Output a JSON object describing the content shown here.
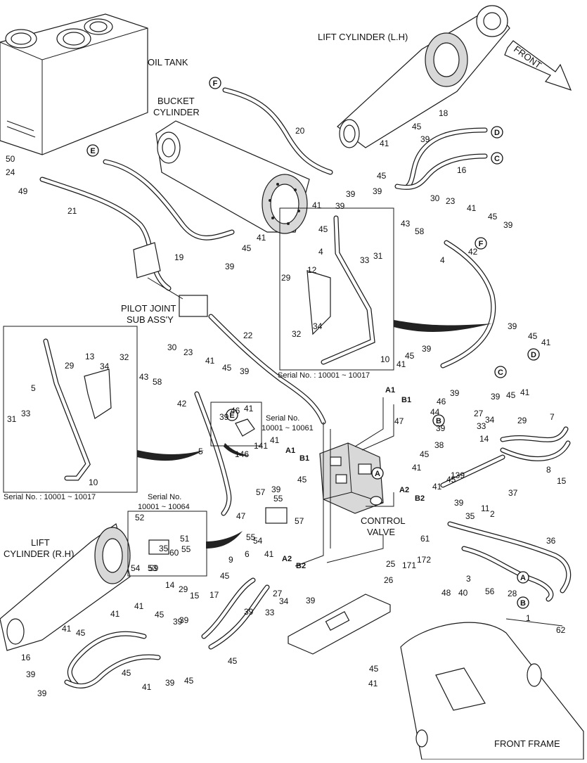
{
  "captions": {
    "oil_tank": "OIL TANK",
    "bucket_cylinder_1": "BUCKET",
    "bucket_cylinder_2": "CYLINDER",
    "lift_cylinder_lh": "LIFT CYLINDER (L.H)",
    "front_arrow": "FRONT",
    "pilot_joint_1": "PILOT JOINT",
    "pilot_joint_2": "SUB ASS'Y",
    "control_valve_1": "CONTROL",
    "control_valve_2": "VALVE",
    "lift_cylinder_rh_1": "LIFT",
    "lift_cylinder_rh_2": "CYLINDER (R.H)",
    "front_frame": "FRONT FRAME"
  },
  "serial_notes": {
    "box_center": "Serial No. : 10001 ~ 10017",
    "box_left": "Serial No. : 10001 ~ 10017",
    "box_small_1": "Serial No.",
    "box_small_2": "10001 ~ 10061",
    "box_bottom_1": "Serial No.",
    "box_bottom_2": "10001 ~ 10064"
  },
  "circle_tags": [
    "F",
    "E",
    "D",
    "C",
    "F",
    "D",
    "C",
    "E",
    "B",
    "A",
    "A",
    "B"
  ],
  "port_labels": [
    "A1",
    "B1",
    "A1",
    "B1",
    "A2",
    "B2",
    "A2",
    "B2"
  ],
  "callouts": [
    "50",
    "24",
    "49",
    "21",
    "19",
    "20",
    "45",
    "41",
    "39",
    "39",
    "41",
    "45",
    "39",
    "18",
    "45",
    "41",
    "39",
    "45",
    "39",
    "16",
    "30",
    "23",
    "41",
    "45",
    "43",
    "58",
    "39",
    "42",
    "4",
    "4",
    "31",
    "33",
    "12",
    "29",
    "34",
    "32",
    "10",
    "22",
    "30",
    "23",
    "43",
    "58",
    "41",
    "45",
    "39",
    "42",
    "5",
    "13",
    "32",
    "34",
    "29",
    "33",
    "31",
    "5",
    "10",
    "46",
    "41",
    "39",
    "41",
    "45",
    "39",
    "46",
    "39",
    "47",
    "44",
    "38",
    "39",
    "27",
    "34",
    "33",
    "29",
    "45",
    "41",
    "39",
    "45",
    "41",
    "7",
    "14",
    "8",
    "15",
    "39",
    "41",
    "45",
    "41",
    "45",
    "39",
    "139",
    "146",
    "141",
    "41",
    "45",
    "39",
    "55",
    "57",
    "47",
    "54",
    "57",
    "55",
    "52",
    "51",
    "55",
    "54",
    "53",
    "60",
    "35",
    "59",
    "37",
    "11",
    "2",
    "35",
    "61",
    "36",
    "171",
    "172",
    "3",
    "48",
    "40",
    "56",
    "28",
    "62",
    "1",
    "25",
    "26",
    "39",
    "45",
    "41",
    "9",
    "6",
    "41",
    "45",
    "39",
    "27",
    "34",
    "33",
    "14",
    "29",
    "15",
    "17",
    "39",
    "45",
    "41",
    "41",
    "45",
    "39",
    "41",
    "45",
    "16",
    "39",
    "45",
    "41",
    "39",
    "45",
    "39"
  ]
}
